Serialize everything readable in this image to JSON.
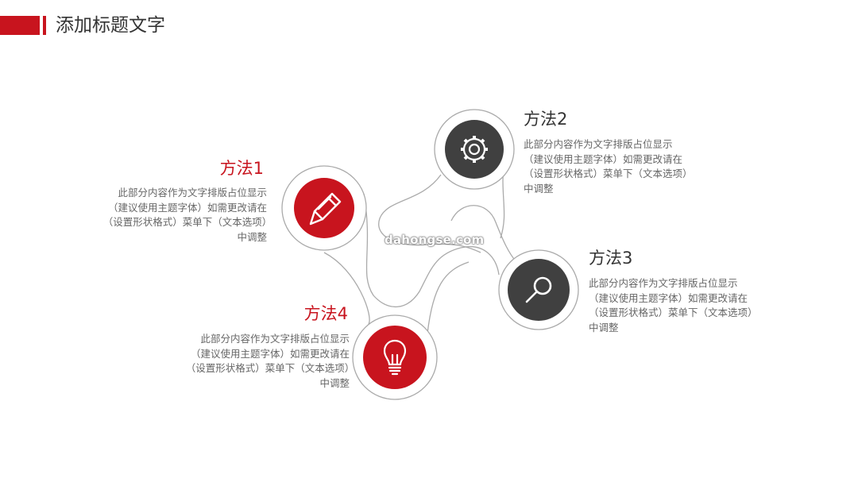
{
  "page": {
    "title": "添加标题文字"
  },
  "colors": {
    "accent": "#c8141e",
    "dark": "#404040",
    "text": "#666666",
    "outline": "#aaaaaa"
  },
  "methods": [
    {
      "title": "方法1",
      "icon": "pencil-icon",
      "style": "accent",
      "desc": "此部分内容作为文字排版占位显示（建议使用主题字体）如需更改请在（设置形状格式）菜单下（文本选项）中调整"
    },
    {
      "title": "方法2",
      "icon": "gear-icon",
      "style": "dark",
      "desc": "此部分内容作为文字排版占位显示（建议使用主题字体）如需更改请在（设置形状格式）菜单下（文本选项）中调整"
    },
    {
      "title": "方法3",
      "icon": "magnifier-icon",
      "style": "dark",
      "desc": "此部分内容作为文字排版占位显示（建议使用主题字体）如需更改请在（设置形状格式）菜单下（文本选项）中调整"
    },
    {
      "title": "方法4",
      "icon": "lightbulb-icon",
      "style": "accent",
      "desc": "此部分内容作为文字排版占位显示（建议使用主题字体）如需更改请在（设置形状格式）菜单下（文本选项）中调整"
    }
  ],
  "watermark": "dahongse.com"
}
